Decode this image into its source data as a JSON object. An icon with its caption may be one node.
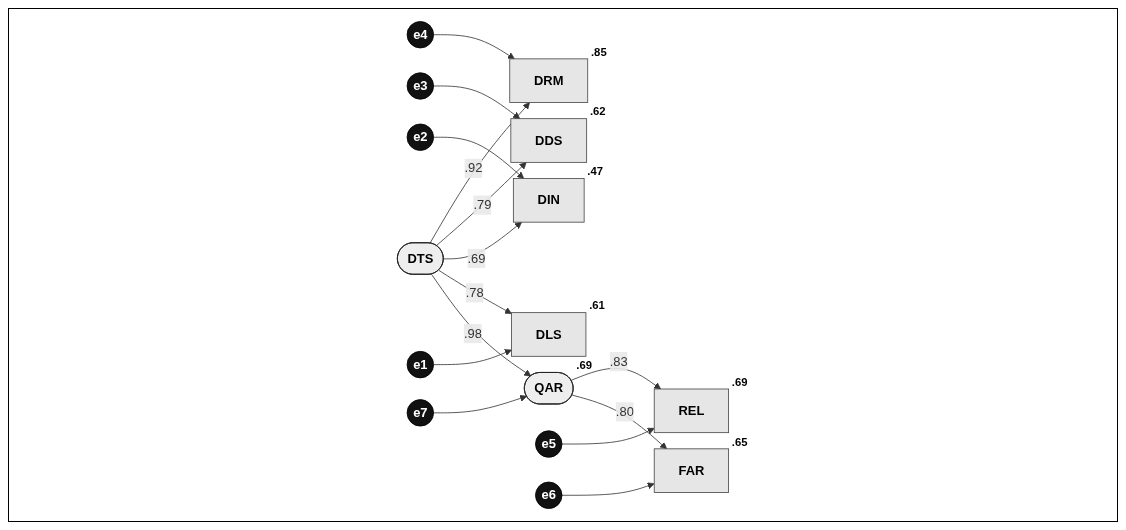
{
  "diagram": {
    "nodes": [
      {
        "text": [
          "e4"
        ]
      },
      {
        "text": [
          "DRM"
        ],
        "beside": [
          ".85"
        ]
      },
      {
        "text": [
          "e3"
        ]
      },
      {
        "text": [
          "DDS"
        ],
        "beside": [
          ".62"
        ]
      },
      {
        "text": [
          "e2"
        ]
      },
      {
        "text": [
          "DIN"
        ],
        "beside": [
          ".47"
        ]
      },
      {
        "text": [
          "e1"
        ]
      },
      {
        "text": [
          "DLS"
        ],
        "beside": [
          ".61"
        ]
      },
      {
        "text": [
          "DTS"
        ]
      },
      {
        "text": [
          "e7"
        ]
      },
      {
        "text": [
          "QAR"
        ],
        "beside": [
          ".69"
        ]
      },
      {
        "text": [
          "REL"
        ],
        "beside": [
          ".69"
        ]
      },
      {
        "text": [
          "e5"
        ]
      },
      {
        "text": [
          "FAR"
        ],
        "beside": [
          ".65"
        ]
      },
      {
        "text": [
          "e6"
        ]
      }
    ],
    "edges": [
      {
        "from": 0,
        "to": 1,
        "arrow": "to"
      },
      {
        "from": 2,
        "to": 3,
        "arrow": "to"
      },
      {
        "from": 4,
        "to": 5,
        "arrow": "to"
      },
      {
        "from": 6,
        "to": 7,
        "arrow": "to"
      },
      {
        "from": 8,
        "to": 1,
        "arrow": "to",
        "label": ".92"
      },
      {
        "from": 8,
        "to": 3,
        "arrow": "to",
        "label": ".79"
      },
      {
        "from": 8,
        "to": 5,
        "arrow": "to",
        "label": ".69"
      },
      {
        "from": 8,
        "to": 7,
        "arrow": "to",
        "label": ".78"
      },
      {
        "from": 8,
        "to": 10,
        "arrow": "to",
        "label": ".98"
      },
      {
        "from": 9,
        "to": 10,
        "arrow": "to"
      },
      {
        "from": 10,
        "to": 11,
        "arrow": "to",
        "label": ".83"
      },
      {
        "from": 10,
        "to": 13,
        "arrow": "to",
        "label": ".80"
      },
      {
        "from": 12,
        "to": 11,
        "arrow": "to"
      },
      {
        "from": 14,
        "to": 13,
        "arrow": "to"
      }
    ]
  }
}
